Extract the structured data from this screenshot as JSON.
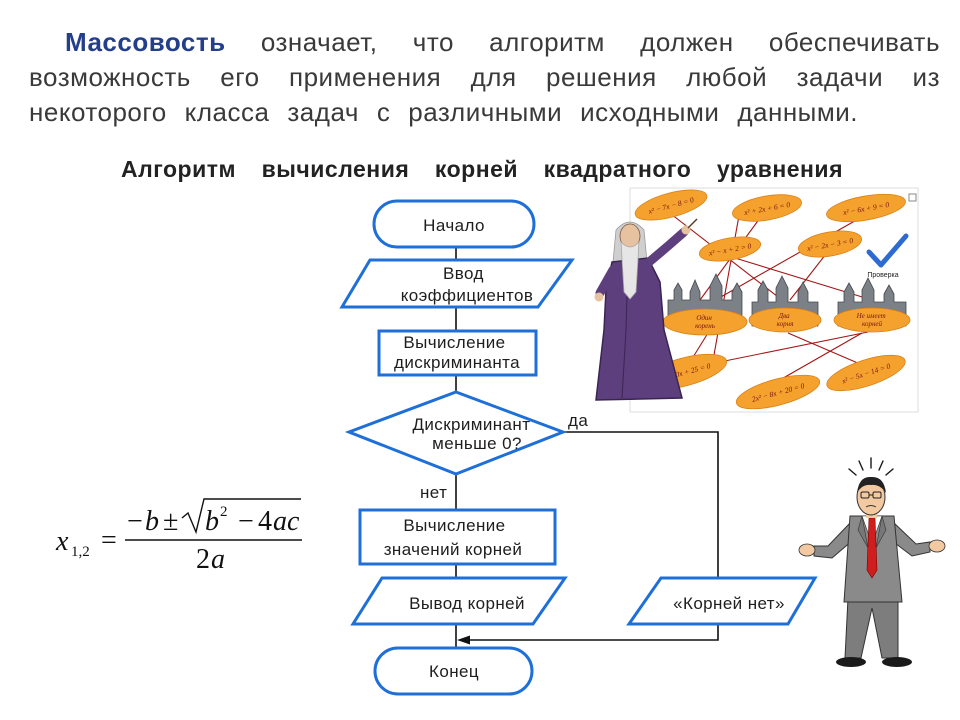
{
  "slide": {
    "intro": {
      "term": "Массовость",
      "line1_rest": "означает, что алгоритм должен обеспечивать",
      "line2": "возможность его применения для решения любой задачи из",
      "line3": "некоторого класса задач с различными исходными данными."
    },
    "title": "Алгоритм вычисления корней квадратного уравнения"
  },
  "flowchart": {
    "start": "Начало",
    "input": [
      "Ввод",
      "коэффициентов"
    ],
    "discriminant": [
      "Вычисление",
      "дискриминанта"
    ],
    "decision": [
      "Дискриминант",
      "меньше 0?"
    ],
    "yes_label": "да",
    "no_label": "нет",
    "compute_roots": [
      "Вычисление",
      "значений корней"
    ],
    "output_roots": "Вывод корней",
    "output_none": "«Корней нет»",
    "end": "Конец"
  },
  "formula": {
    "var": "x",
    "subscript": "1,2",
    "equals": "=",
    "minus": "−",
    "b": "b",
    "plus_minus": "±",
    "radicand_base": "b",
    "radicand_exp": "2",
    "radicand_minus": "−",
    "radicand_coef": "4",
    "radicand_vars": "ac",
    "denominator_coef": "2",
    "denominator_var": "a"
  },
  "illustration": {
    "equations": [
      "x² − 7x − 8 = 0",
      "x² + 2x + 6 = 0",
      "x² − 6x + 9 = 0",
      "x² − x + 2 = 0",
      "x² − 2x − 3 = 0",
      "x² − 10x + 25 = 0",
      "2x² − 8x + 20 = 0",
      "x² − 5x − 14 = 0"
    ],
    "castle_labels": [
      [
        "Один",
        "корень"
      ],
      [
        "Два",
        "корня"
      ],
      [
        "Не имеет",
        "корней"
      ]
    ],
    "check_label": "Проверка"
  },
  "colors": {
    "term": "#233E8B",
    "body_text": "#3A3A3A",
    "title_text": "#222222",
    "shape_border": "#1F6FD8",
    "connector": "#111111",
    "cloud": "#F5A12E",
    "equation_text": "#7A1212",
    "link_line": "#A31515",
    "check": "#2E6BD1"
  }
}
